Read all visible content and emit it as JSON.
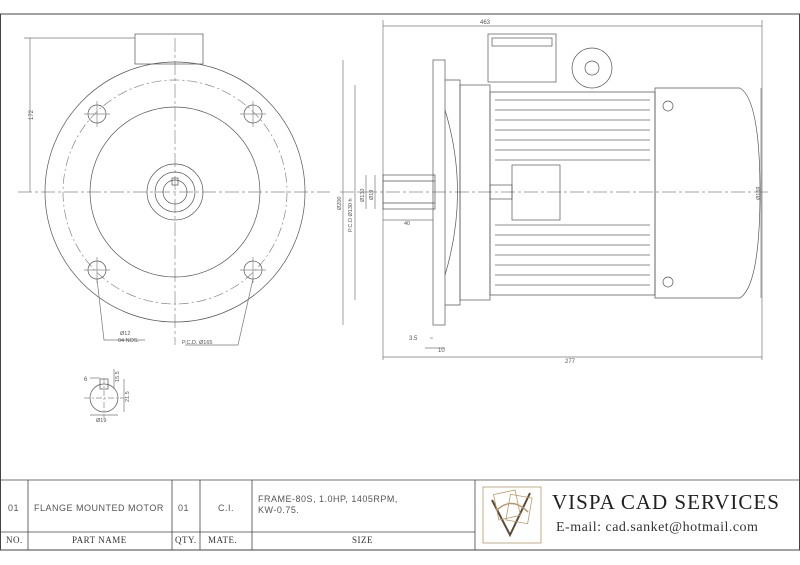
{
  "drawing": {
    "top_dims": {
      "overall": "463",
      "bottom": "277",
      "flange_thk": "3.5",
      "spigot": "10"
    },
    "front_view": {
      "center_height": "172",
      "hole_note_1": "Ø12",
      "hole_note_2": "04 NOS.",
      "pcd": "P.C.D. Ø165"
    },
    "side_view": {
      "flange_od": "Ø200",
      "spigot_dia": "P.C.D Ø130 h",
      "shaft_dia_a": "Ø130",
      "shaft_dia_b": "Ø19",
      "shaft_len": "40",
      "body_dia": "Ø159"
    },
    "key_detail": {
      "key_w": "6",
      "key_h": "15.5",
      "total_h": "21.5",
      "dia": "Ø19"
    }
  },
  "title_block": {
    "row": {
      "no": "01",
      "part_name": "FLANGE MOUNTED MOTOR",
      "qty": "01",
      "mate": "C.I.",
      "size_line1": "FRAME-80S,      1.0HP,      1405RPM,",
      "size_line2": "KW-0.75."
    },
    "headers": {
      "no": "NO.",
      "part_name": "PART NAME",
      "qty": "QTY.",
      "mate": "MATE.",
      "size": "SIZE"
    },
    "company": {
      "name": "VISPA CAD SERVICES",
      "email": "E-mail: cad.sanket@hotmail.com",
      "logo_letter": "V"
    },
    "colors": {
      "line": "#444444",
      "center": "#888888",
      "logo_gold": "#b89a6a",
      "logo_dark": "#5a4a38"
    }
  }
}
